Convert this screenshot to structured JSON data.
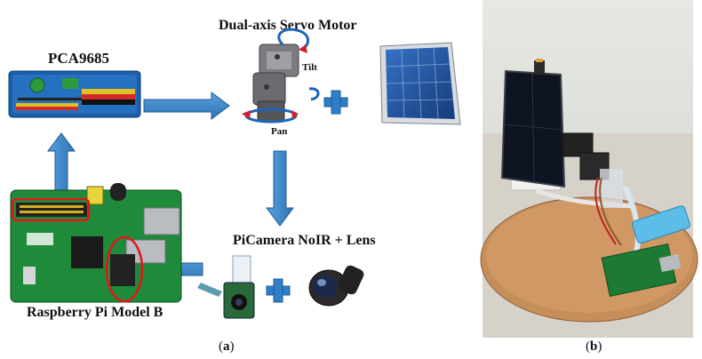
{
  "panel_a": {
    "labels": {
      "pca": "PCA9685",
      "servo": "Dual-axis Servo Motor",
      "tilt": "Tilt",
      "pan": "Pan",
      "picam": "PiCamera NoIR + Lens",
      "rpi": "Raspberry Pi Model B"
    },
    "caption": "a",
    "colors": {
      "arrow": "#3d86c6",
      "arrow_edge": "#1f5d94",
      "highlight": "#e01818",
      "board": "#1b5fa8",
      "pi_board": "#1f8a3a",
      "solar": "#1e4f96"
    }
  },
  "panel_b": {
    "caption": "b",
    "colors": {
      "wall": "#d9dcd6",
      "floor": "#cfcbc3",
      "base": "#c68e5b",
      "panel": "#0e1420",
      "powerbank": "#5bbde8"
    }
  }
}
